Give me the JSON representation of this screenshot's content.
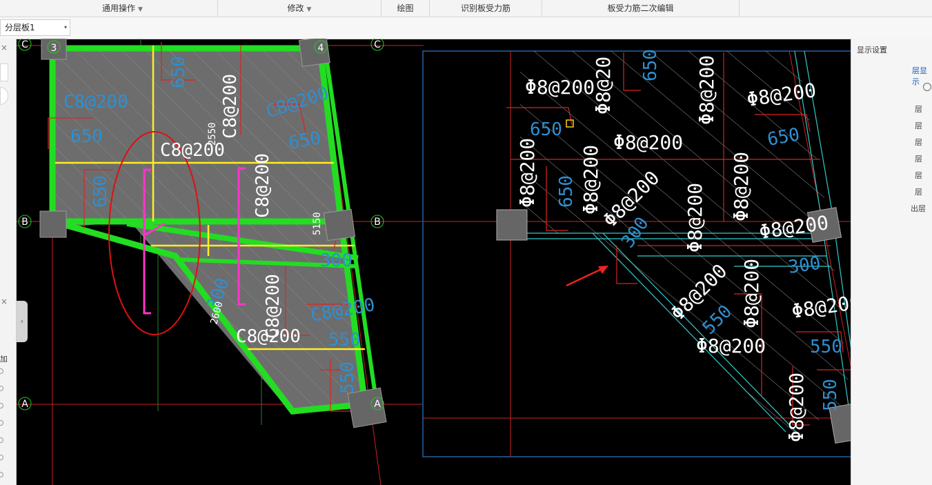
{
  "ribbon": {
    "groups": [
      {
        "label": "通用操作",
        "has_arrow": true
      },
      {
        "label": "修改",
        "has_arrow": true
      },
      {
        "label": "绘图",
        "has_arrow": false
      },
      {
        "label": "识别板受力筋",
        "has_arrow": false
      },
      {
        "label": "板受力筋二次编辑",
        "has_arrow": false
      }
    ],
    "dropdown_arrow": "▼"
  },
  "toolbar": {
    "layer_select": "分层板1",
    "layer_chevron": "▾"
  },
  "left_panel": {
    "close_glyph": "×",
    "add_label": "加",
    "collapse_glyph": "‹"
  },
  "right_panel": {
    "header": "显示设置",
    "link": "层显示",
    "layer_suffixes": [
      "层",
      "层",
      "层",
      "层",
      "层",
      "层",
      "出层"
    ]
  },
  "canvas": {
    "axis_labels": {
      "c": "C",
      "b": "B",
      "a": "A",
      "col3": "3",
      "col4": "4"
    },
    "rebar_labels": {
      "c8": "C8@200",
      "phi8": "Φ8@200",
      "phi8_cut": "Φ8@20"
    },
    "dimensions": {
      "d650": "650",
      "d550": "550",
      "d300": "300",
      "d2550": "2550",
      "d5150": "5150",
      "d2600": "2600"
    },
    "colors": {
      "background": "#000000",
      "slab": "#6f6f6f",
      "beam": "#22dd22",
      "rebar_text": "#ffffff",
      "dimension": "#2f8fd0",
      "red_line": "#dd2222",
      "cyan_line": "#33cccc",
      "magenta": "#ff33cc",
      "yellow": "#ffee22"
    }
  }
}
